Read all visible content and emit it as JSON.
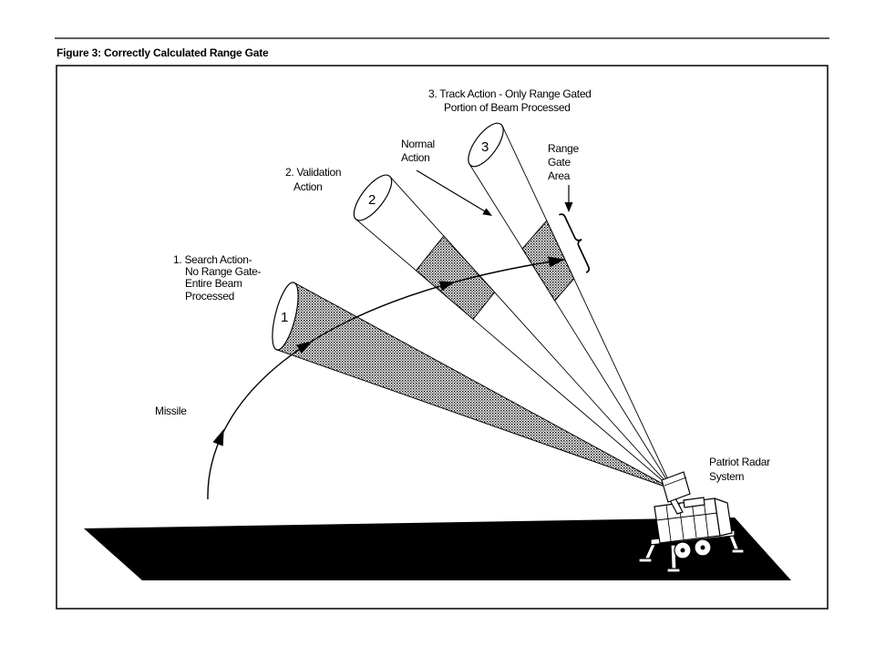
{
  "figure": {
    "title": "Figure 3: Correctly Calculated Range Gate"
  },
  "beams": [
    {
      "number": "1",
      "label": [
        "1. Search Action-",
        "No Range Gate-",
        "Entire Beam",
        "Processed"
      ]
    },
    {
      "number": "2",
      "label": [
        "2. Validation",
        "Action"
      ]
    },
    {
      "number": "3",
      "label": [
        "3. Track Action - Only Range Gated",
        "Portion of Beam Processed"
      ]
    }
  ],
  "callouts": {
    "normal_action": [
      "Normal",
      "Action"
    ],
    "range_gate_area": [
      "Range",
      "Gate",
      "Area"
    ],
    "missile": "Missile",
    "radar": [
      "Patriot Radar",
      "System"
    ]
  },
  "colors": {
    "ink": "#000000",
    "paper": "#ffffff"
  }
}
